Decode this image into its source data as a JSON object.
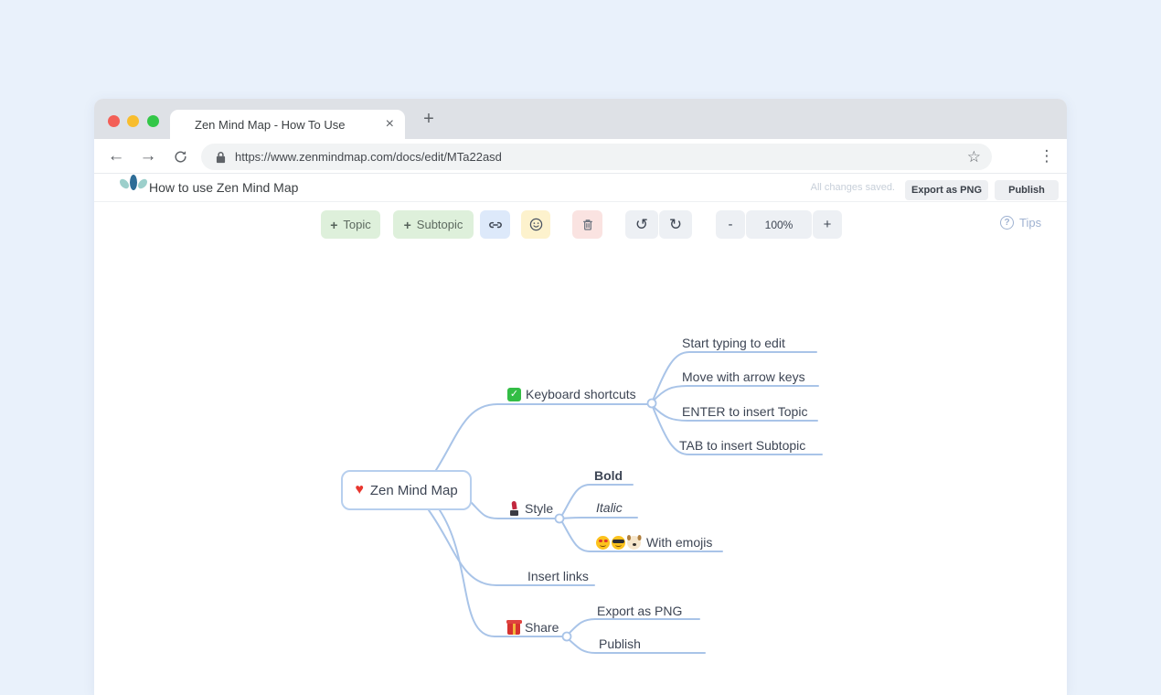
{
  "browser": {
    "tab_title": "Zen Mind Map - How To Use",
    "url": "https://www.zenmindmap.com/docs/edit/MTa22asd",
    "icons": {
      "close_tab": "×",
      "new_tab": "+",
      "back": "←",
      "forward": "→",
      "bookmark_star": "☆",
      "menu_dots": "⋮",
      "undo": "↺",
      "redo": "↻"
    }
  },
  "header": {
    "doc_title": "How to use Zen Mind Map",
    "save_status": "All changes saved.",
    "export_button": "Export as PNG",
    "publish_button": "Publish"
  },
  "toolbar": {
    "plus": "+",
    "topic": "Topic",
    "subtopic": "Subtopic",
    "zoom_out": "-",
    "zoom_level": "100%",
    "zoom_in": "+",
    "tips": "Tips",
    "tips_icon": "?"
  },
  "mindmap": {
    "root": {
      "label": "Zen Mind Map",
      "emoji": "red-heart"
    },
    "branches": [
      {
        "label": "Keyboard shortcuts",
        "emoji": "green-check-mark",
        "children": [
          "Start typing to edit",
          "Move with arrow keys",
          "ENTER to insert Topic",
          "TAB to insert Subtopic"
        ]
      },
      {
        "label": "Style",
        "emoji": "lipstick",
        "children": [
          "Bold",
          "Italic",
          "With emojis"
        ],
        "with_emojis_icons": [
          "smiling-face-with-heart-eyes",
          "smiling-face-with-sunglasses",
          "dog-face"
        ]
      },
      {
        "label": "Insert links",
        "children": []
      },
      {
        "label": "Share",
        "emoji": "wrapped-gift",
        "children": [
          "Export as PNG",
          "Publish"
        ]
      }
    ]
  },
  "colors": {
    "page_background": "#e9f1fb",
    "branch_line": "#a9c4e8",
    "root_border": "#b7cfee",
    "topic_button_bg": "#def0db",
    "link_button_bg": "#dde9fa",
    "emoji_button_bg": "#fdf2cd",
    "trash_button_bg": "#fae3e1"
  }
}
